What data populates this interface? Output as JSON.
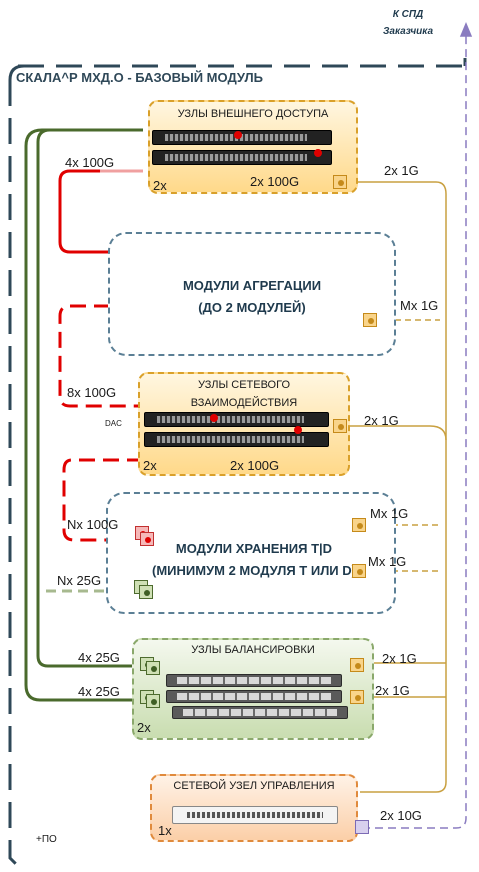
{
  "customer": {
    "line1": "К СПД",
    "line2": "Заказчика"
  },
  "base_module": {
    "title": "СКАЛА^Р МХД.О - БАЗОВЫЙ МОДУЛЬ"
  },
  "access_nodes": {
    "title": "УЗЛЫ ВНЕШНЕГО ДОСТУПА",
    "count": "2x",
    "internal_link": "2x 100G",
    "uplink_label": "4x 100G",
    "mgmt_label": "2x 1G"
  },
  "aggregation": {
    "line1": "МОДУЛИ АГРЕГАЦИИ",
    "line2": "(ДО 2 МОДУЛЕЙ)",
    "mgmt_label": "Mx 1G"
  },
  "network_nodes": {
    "line1": "УЗЛЫ СЕТЕВОГО",
    "line2": "ВЗАИМОДЕЙСТВИЯ",
    "count": "2x",
    "internal_link": "2x 100G",
    "uplink_label": "8x 100G",
    "dac_label": "DAC",
    "mgmt_label": "2x 1G"
  },
  "storage": {
    "line1": "МОДУЛИ ХРАНЕНИЯ T|D",
    "line2": "(МИНИМУМ 2 МОДУЛЯ T ИЛИ D)",
    "link_100g": "Nx 100G",
    "link_25g": "Nx 25G",
    "mgmt_label_1": "Mx 1G",
    "mgmt_label_2": "Mx 1G"
  },
  "balancing": {
    "title": "УЗЛЫ БАЛАНСИРОВКИ",
    "count": "2x",
    "link_1": "4x 25G",
    "link_2": "4x 25G",
    "mgmt_label_1": "2x 1G",
    "mgmt_label_2": "2x 1G"
  },
  "management": {
    "title": "СЕТЕВОЙ УЗЕЛ УПРАВЛЕНИЯ",
    "count": "1x",
    "uplink_label": "2x 10G"
  },
  "software": {
    "label": "+ПО"
  },
  "colors": {
    "red_link": "#e00000",
    "gold_link": "#c9a040",
    "green_link": "#4a6a2c",
    "purple_link": "#8a7cc0",
    "frame": "#2f4858"
  }
}
